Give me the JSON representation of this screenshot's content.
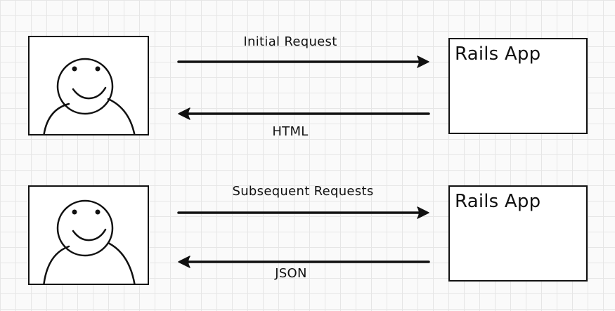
{
  "colors": {
    "ink": "#111111",
    "box_fill": "#ffffff",
    "grid_line": "#e6e6e6",
    "background": "#fafafa"
  },
  "flows": [
    {
      "user_icon": "smiley-user-icon",
      "app_label": "Rails App",
      "request_label": "Initial Request",
      "response_label": "HTML"
    },
    {
      "user_icon": "smiley-user-icon",
      "app_label": "Rails App",
      "response_label": "JSON",
      "request_label": "Subsequent Requests"
    }
  ]
}
